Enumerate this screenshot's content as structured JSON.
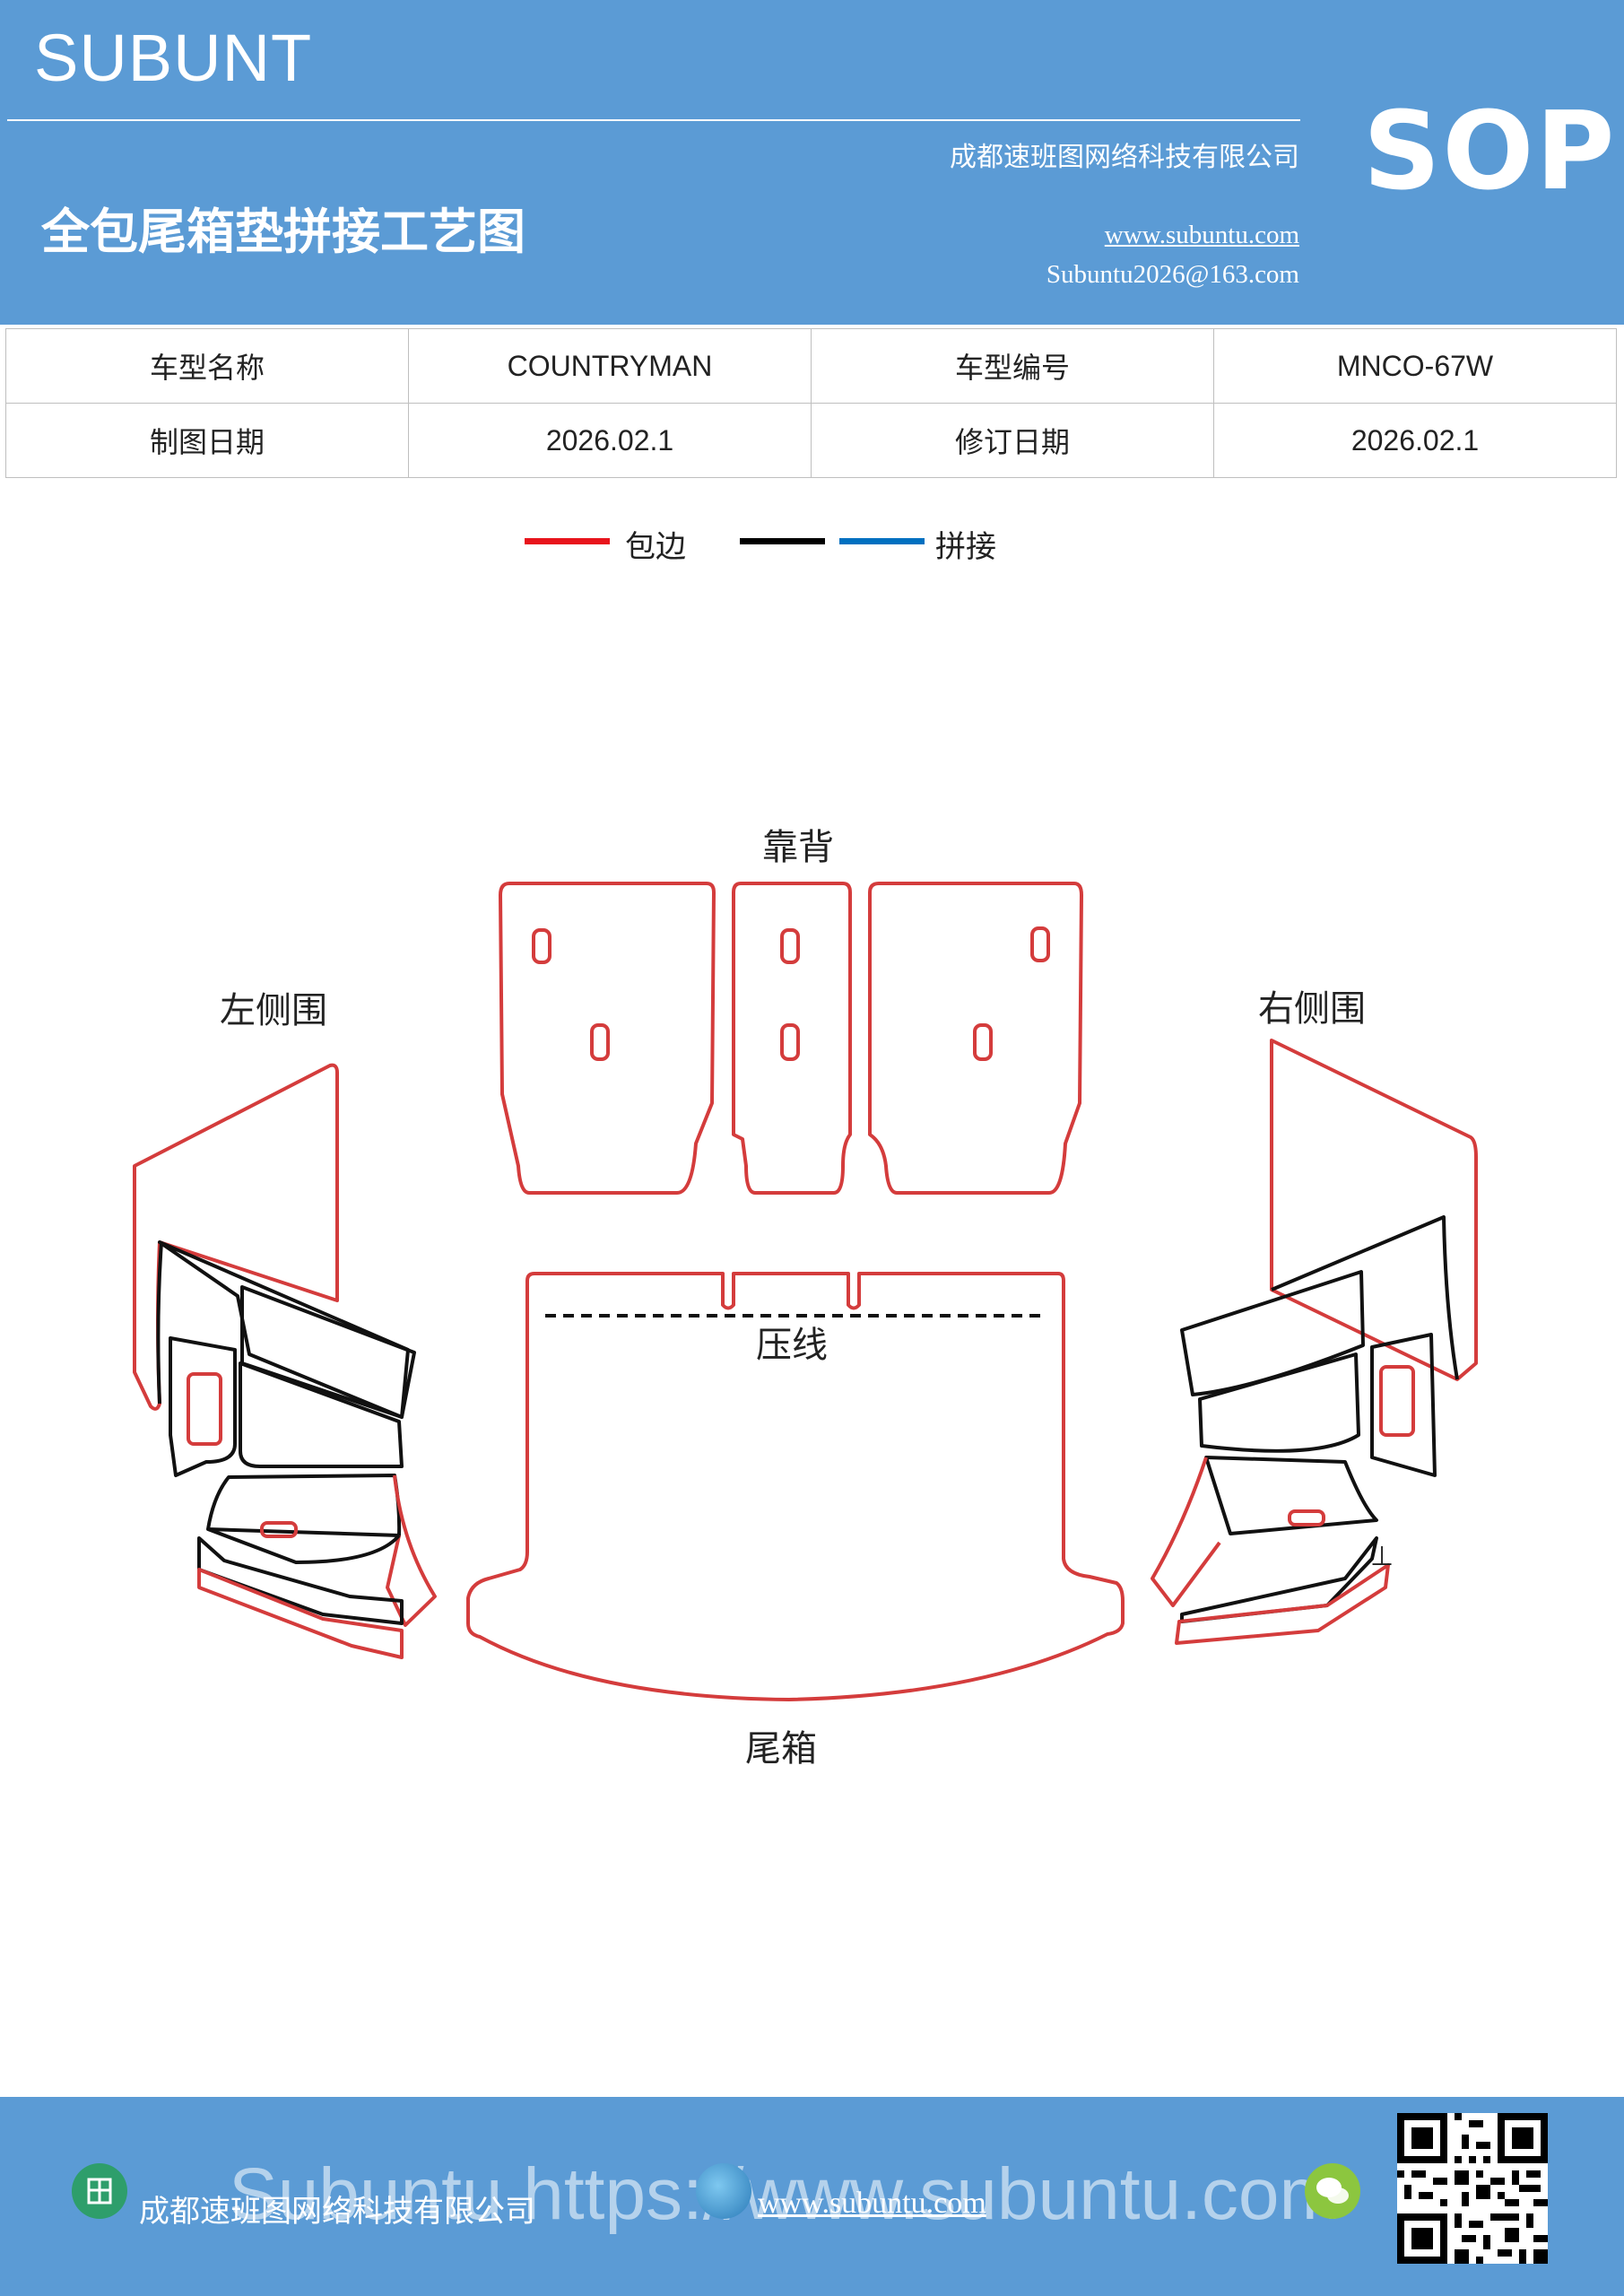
{
  "header": {
    "brand": "SUBUNT",
    "title": "全包尾箱垫拼接工艺图",
    "company": "成都速班图网络科技有限公司",
    "website": "www.subuntu.com",
    "email": "Subuntu2026@163.com",
    "badge": "SOP"
  },
  "info": {
    "model_name_label": "车型名称",
    "model_name": "COUNTRYMAN",
    "model_code_label": "车型编号",
    "model_code": "MNCO-67W",
    "draw_date_label": "制图日期",
    "draw_date": "2026.02.1",
    "revise_date_label": "修订日期",
    "revise_date": "2026.02.1"
  },
  "legend": {
    "edge_label": "包边",
    "edge_color": "#e8141c",
    "splice_label": "拼接",
    "splice_colors": [
      "#000000",
      "#0070c0"
    ]
  },
  "diagram": {
    "backrest": "靠背",
    "left_side": "左侧围",
    "right_side": "右侧围",
    "press_line": "压线",
    "trunk": "尾箱"
  },
  "footer": {
    "company": "成都速班图网络科技有限公司",
    "website": "www.subuntu.com",
    "watermark": "Subuntu https://www.subuntu.com"
  }
}
